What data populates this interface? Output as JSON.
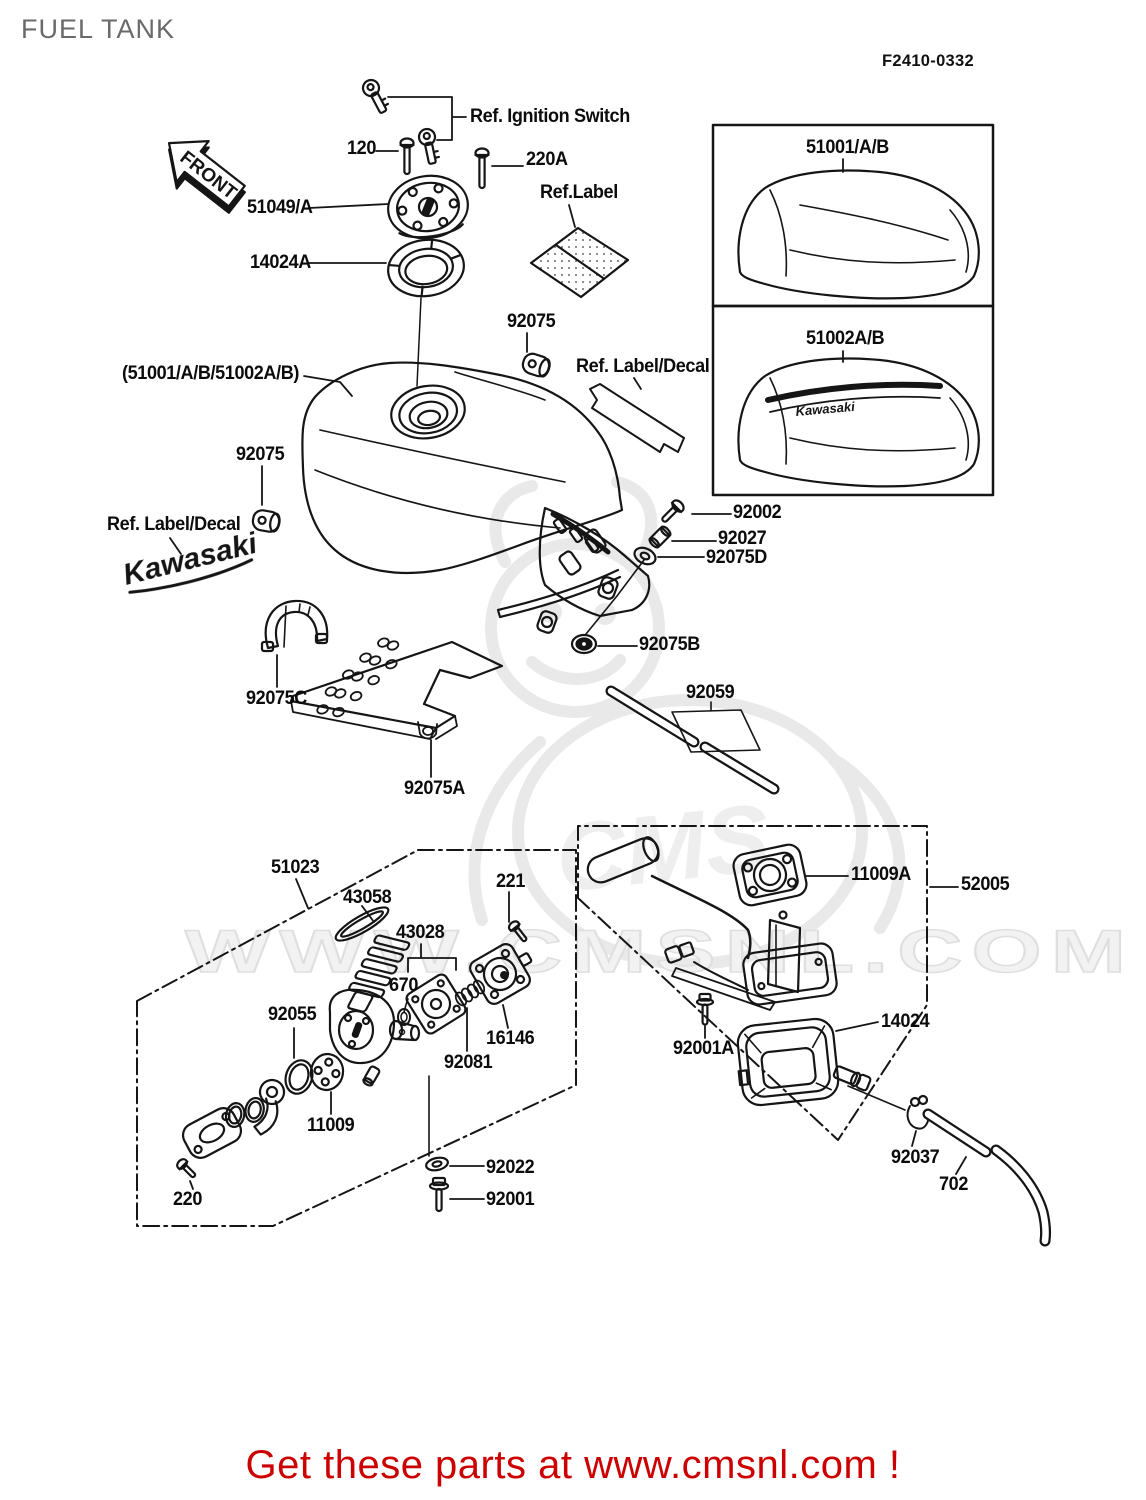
{
  "page": {
    "title": "FUEL TANK",
    "figure_code": "F2410-0332",
    "footer": "Get these parts at www.cmsnl.com !",
    "watermark_text": "WWW.CMSNL.COM",
    "watermark_logo": "CMS"
  },
  "diagram": {
    "front_marker": "FRONT",
    "left_decal_text": "Kawasaki",
    "tank_logo_text": "Kawasaki"
  },
  "labels": {
    "ref_ignition_switch": "Ref. Ignition Switch",
    "ref_label": "Ref.Label",
    "ref_label_decal_left": "Ref. Label/Decal",
    "ref_label_decal_right": "Ref. Label/Decal",
    "tank_group": "(51001/A/B/51002A/B)",
    "p120": "120",
    "p220a": "220A",
    "p51049": "51049/A",
    "p14024a": "14024A",
    "p92075_top": "92075",
    "p92075_left": "92075",
    "p51001": "51001/A/B",
    "p51002": "51002A/B",
    "p92002": "92002",
    "p92027": "92027",
    "p92075d": "92075D",
    "p92075b": "92075B",
    "p92075c": "92075C",
    "p92075a": "92075A",
    "p92059": "92059",
    "p51023": "51023",
    "p43058": "43058",
    "p221": "221",
    "p43028": "43028",
    "p670": "670",
    "p92055": "92055",
    "p16146": "16146",
    "p92081": "92081",
    "p11009": "11009",
    "p220": "220",
    "p92022": "92022",
    "p92001": "92001",
    "p11009a": "11009A",
    "p52005": "52005",
    "p14024": "14024",
    "p92001a": "92001A",
    "p92037": "92037",
    "p702": "702"
  }
}
